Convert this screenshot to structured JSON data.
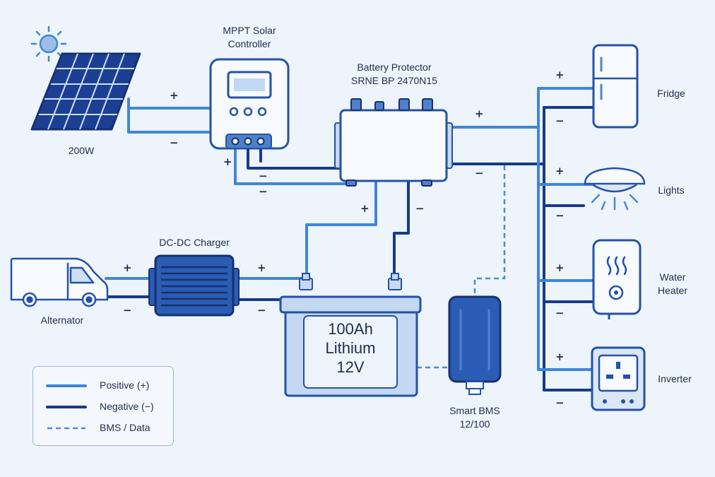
{
  "labels": {
    "panel": "200W",
    "controller": [
      "MPPT Solar",
      "Controller"
    ],
    "protector": [
      "Battery Protector",
      "SRNE BP 2470N15"
    ],
    "dcdc": "DC-DC Charger",
    "alternator": "Alternator",
    "battery": [
      "100Ah",
      "Lithium",
      "12V"
    ],
    "bms": [
      "Smart BMS",
      "12/100"
    ],
    "fridge": "Fridge",
    "lights": "Lights",
    "water_heater": [
      "Water",
      "Heater"
    ],
    "inverter": "Inverter"
  },
  "signs": {
    "plus": "+",
    "minus": "−"
  },
  "legend": {
    "positive": "Positive (+)",
    "negative": "Negative (−)",
    "bms": "BMS / Data"
  },
  "colors": {
    "positive": "#3f86d8",
    "negative": "#163a8a",
    "bms": "#4a8ad8",
    "outline": "#2452a6"
  },
  "icons": [
    "sun-icon",
    "solar-panel-icon",
    "controller-icon",
    "battery-protector-icon",
    "dc-dc-charger-icon",
    "van-icon",
    "battery-icon",
    "bms-icon",
    "fridge-icon",
    "ceiling-light-icon",
    "water-heater-icon",
    "inverter-socket-icon"
  ]
}
